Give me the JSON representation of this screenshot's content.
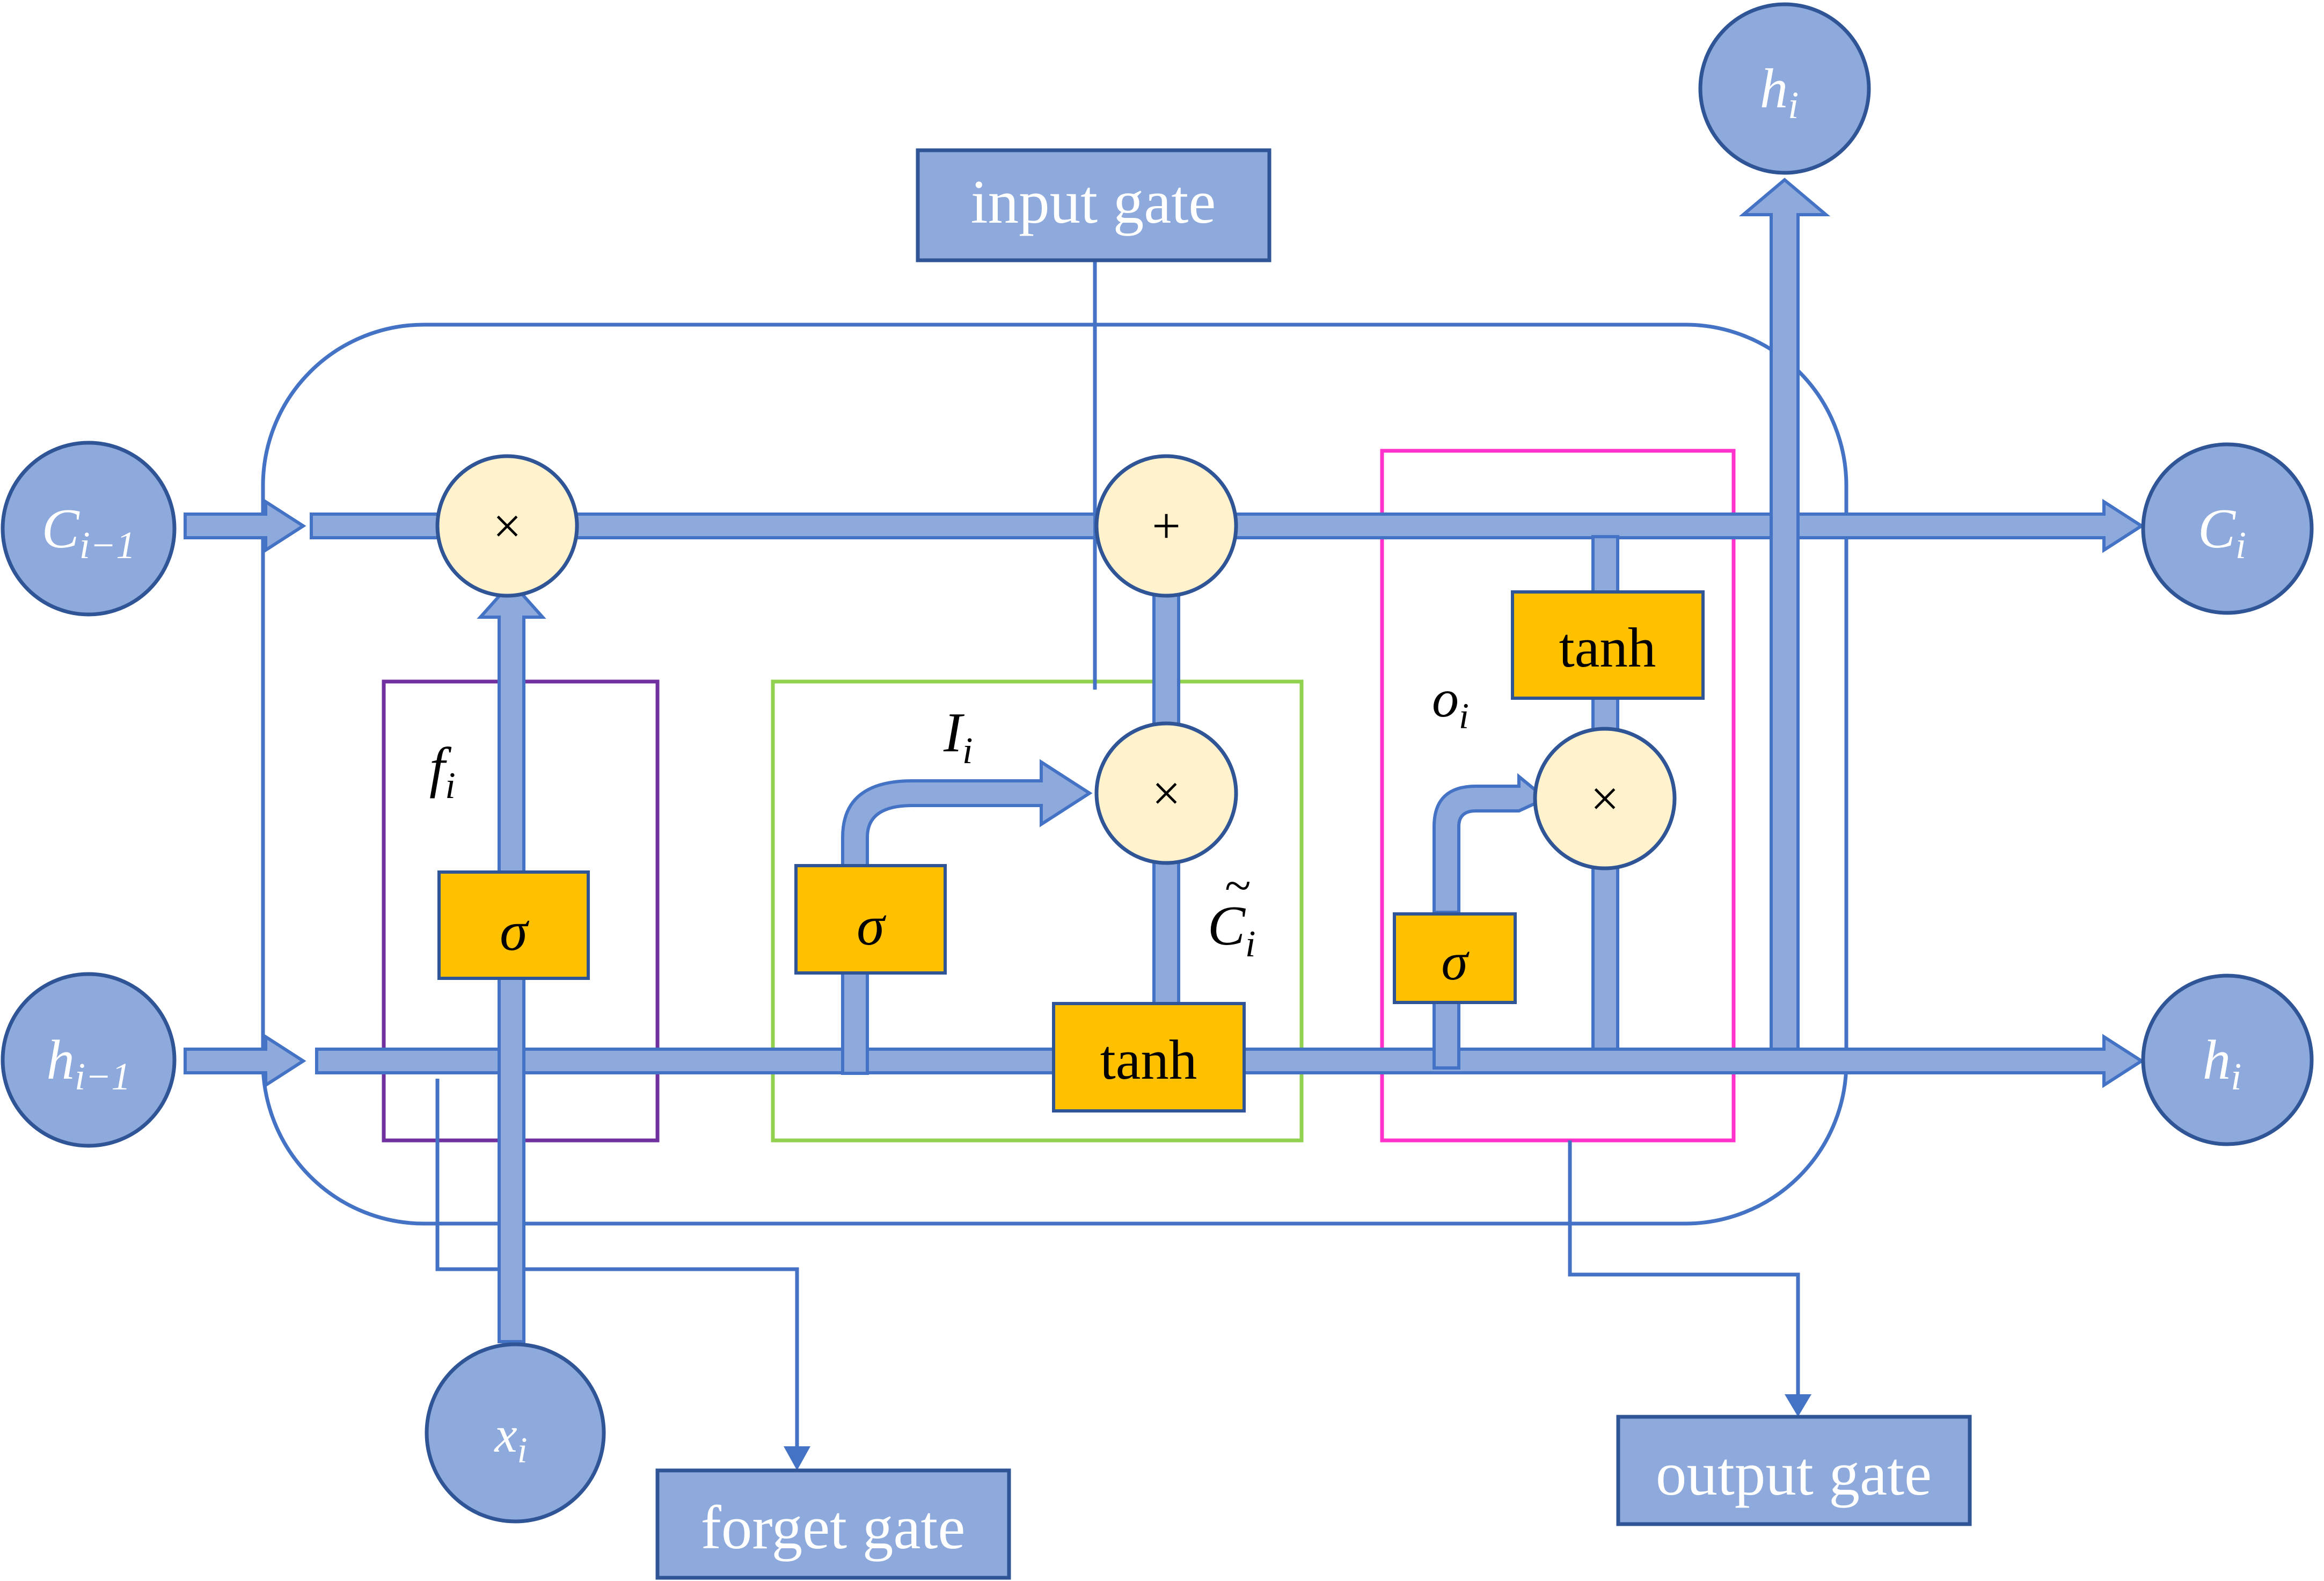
{
  "nodes": {
    "c_prev": {
      "base": "C",
      "sub": "i−1"
    },
    "c_next": {
      "base": "C",
      "sub": "i"
    },
    "h_prev": {
      "base": "h",
      "sub": "i−1"
    },
    "h_next": {
      "base": "h",
      "sub": "i"
    },
    "h_top": {
      "base": "h",
      "sub": "i"
    },
    "x_in": {
      "base": "x",
      "sub": "i"
    }
  },
  "operators": {
    "forget_mult": "×",
    "cell_add": "+",
    "input_mult": "×",
    "output_mult": "×"
  },
  "activations": {
    "forget_sigma": "σ",
    "input_sigma": "σ",
    "input_tanh": "tanh",
    "output_sigma": "σ",
    "output_tanh": "tanh"
  },
  "variables": {
    "f": {
      "base": "f",
      "sub": "i"
    },
    "I": {
      "base": "I",
      "sub": "i"
    },
    "C_tilde": {
      "base": "C",
      "tilde": "~",
      "sub": "i"
    },
    "o": {
      "base": "o",
      "sub": "i"
    }
  },
  "gate_labels": {
    "input": "input gate",
    "forget": "forget gate",
    "output": "output gate"
  },
  "colors": {
    "pipe_fill": "#8EA9DB",
    "outline_blue": "#4472C4",
    "activation_fill": "#FFC000",
    "operator_fill": "#FFF2CC",
    "forget_box": "#7030A0",
    "input_box": "#92D050",
    "output_box": "#FF33CC"
  }
}
